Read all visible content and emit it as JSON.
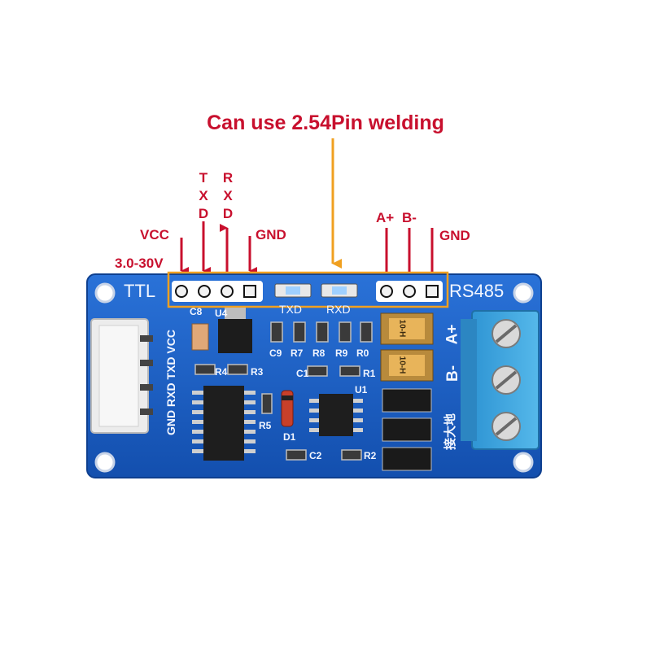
{
  "headline": "Can use 2.54Pin welding",
  "pin_labels": {
    "vcc": "VCC",
    "voltage": "3.0-30V",
    "txd": "TXD",
    "rxd": "RXD",
    "gnd_left": "GND",
    "a_plus": "A+",
    "b_minus": "B-",
    "gnd_right": "GND"
  },
  "board_silkscreen": {
    "ttl": "TTL",
    "rs485": "RS485",
    "txd_led": "TXD",
    "rxd_led": "RXD",
    "connector_pins": "GND RXD TXD VCC",
    "a_plus": "A+",
    "b_minus": "B-",
    "ground_cn": "接大地",
    "refs": [
      "C8",
      "U4",
      "C9",
      "R7",
      "R8",
      "R9",
      "R0",
      "R4",
      "R3",
      "C1",
      "R1",
      "U1",
      "R5",
      "D1",
      "C2",
      "R2"
    ],
    "diode_code": "10-H"
  },
  "colors": {
    "label_red": "#c8102e",
    "arrow_red": "#c8102e",
    "callout_orange": "#f0a020",
    "pcb_blue": "#1a5fc8",
    "terminal_blue": "#3ea8e0",
    "silkscreen": "#f2f6ff"
  }
}
